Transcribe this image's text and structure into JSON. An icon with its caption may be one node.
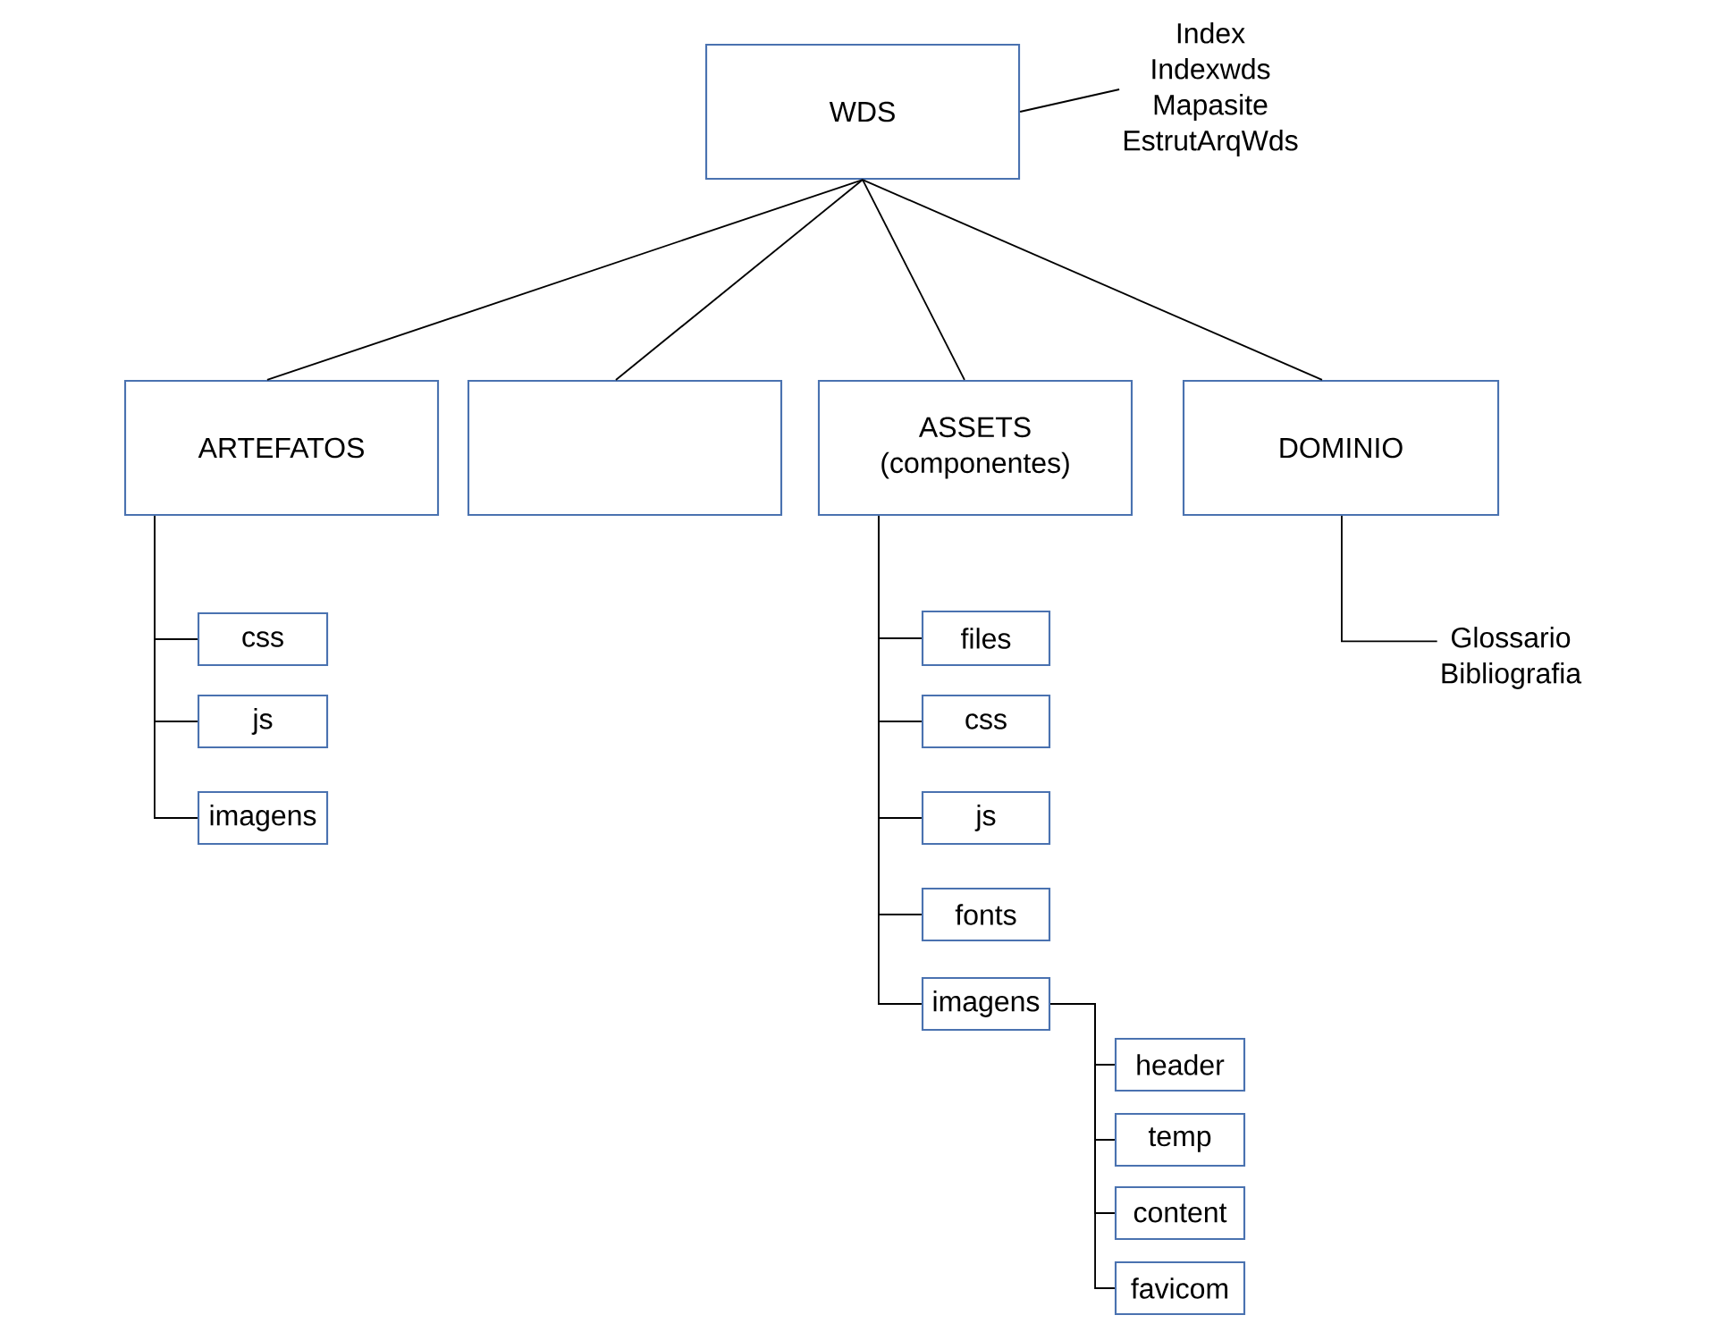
{
  "diagram": {
    "nodes": [
      {
        "text": [
          "WDS"
        ]
      },
      {
        "text": [
          "Index",
          "Indexwds",
          "Mapasite",
          "EstrutArqWds"
        ]
      },
      {
        "text": [
          "ARTEFATOS"
        ]
      },
      {
        "text": [],
        "shape": "box"
      },
      {
        "text": [
          "ASSETS (componentes)"
        ]
      },
      {
        "text": [
          "DOMINIO"
        ]
      },
      {
        "text": [
          "css"
        ]
      },
      {
        "text": [
          "js"
        ]
      },
      {
        "text": [
          "imagens"
        ]
      },
      {
        "text": [
          "files"
        ]
      },
      {
        "text": [
          "css"
        ]
      },
      {
        "text": [
          "js"
        ]
      },
      {
        "text": [
          "fonts"
        ]
      },
      {
        "text": [
          "imagens"
        ]
      },
      {
        "text": [
          "header"
        ]
      },
      {
        "text": [
          "temp"
        ]
      },
      {
        "text": [
          "content"
        ]
      },
      {
        "text": [
          "favicom"
        ]
      },
      {
        "text": [
          "Glossario",
          "Bibliografia"
        ]
      }
    ],
    "edges": [
      {
        "from": 0,
        "to": 1,
        "arrow": "none"
      },
      {
        "from": 0,
        "to": 2,
        "arrow": "none"
      },
      {
        "from": 0,
        "to": 3,
        "arrow": "none"
      },
      {
        "from": 0,
        "to": 4,
        "arrow": "none"
      },
      {
        "from": 0,
        "to": 5,
        "arrow": "none"
      },
      {
        "from": 2,
        "to": 6,
        "arrow": "none"
      },
      {
        "from": 2,
        "to": 7,
        "arrow": "none"
      },
      {
        "from": 2,
        "to": 8,
        "arrow": "none"
      },
      {
        "from": 4,
        "to": 9,
        "arrow": "none"
      },
      {
        "from": 4,
        "to": 10,
        "arrow": "none"
      },
      {
        "from": 4,
        "to": 11,
        "arrow": "none"
      },
      {
        "from": 4,
        "to": 12,
        "arrow": "none"
      },
      {
        "from": 4,
        "to": 13,
        "arrow": "none"
      },
      {
        "from": 13,
        "to": 14,
        "arrow": "none"
      },
      {
        "from": 13,
        "to": 15,
        "arrow": "none"
      },
      {
        "from": 13,
        "to": 16,
        "arrow": "none"
      },
      {
        "from": 13,
        "to": 17,
        "arrow": "none"
      },
      {
        "from": 5,
        "to": 18,
        "arrow": "none"
      }
    ]
  }
}
